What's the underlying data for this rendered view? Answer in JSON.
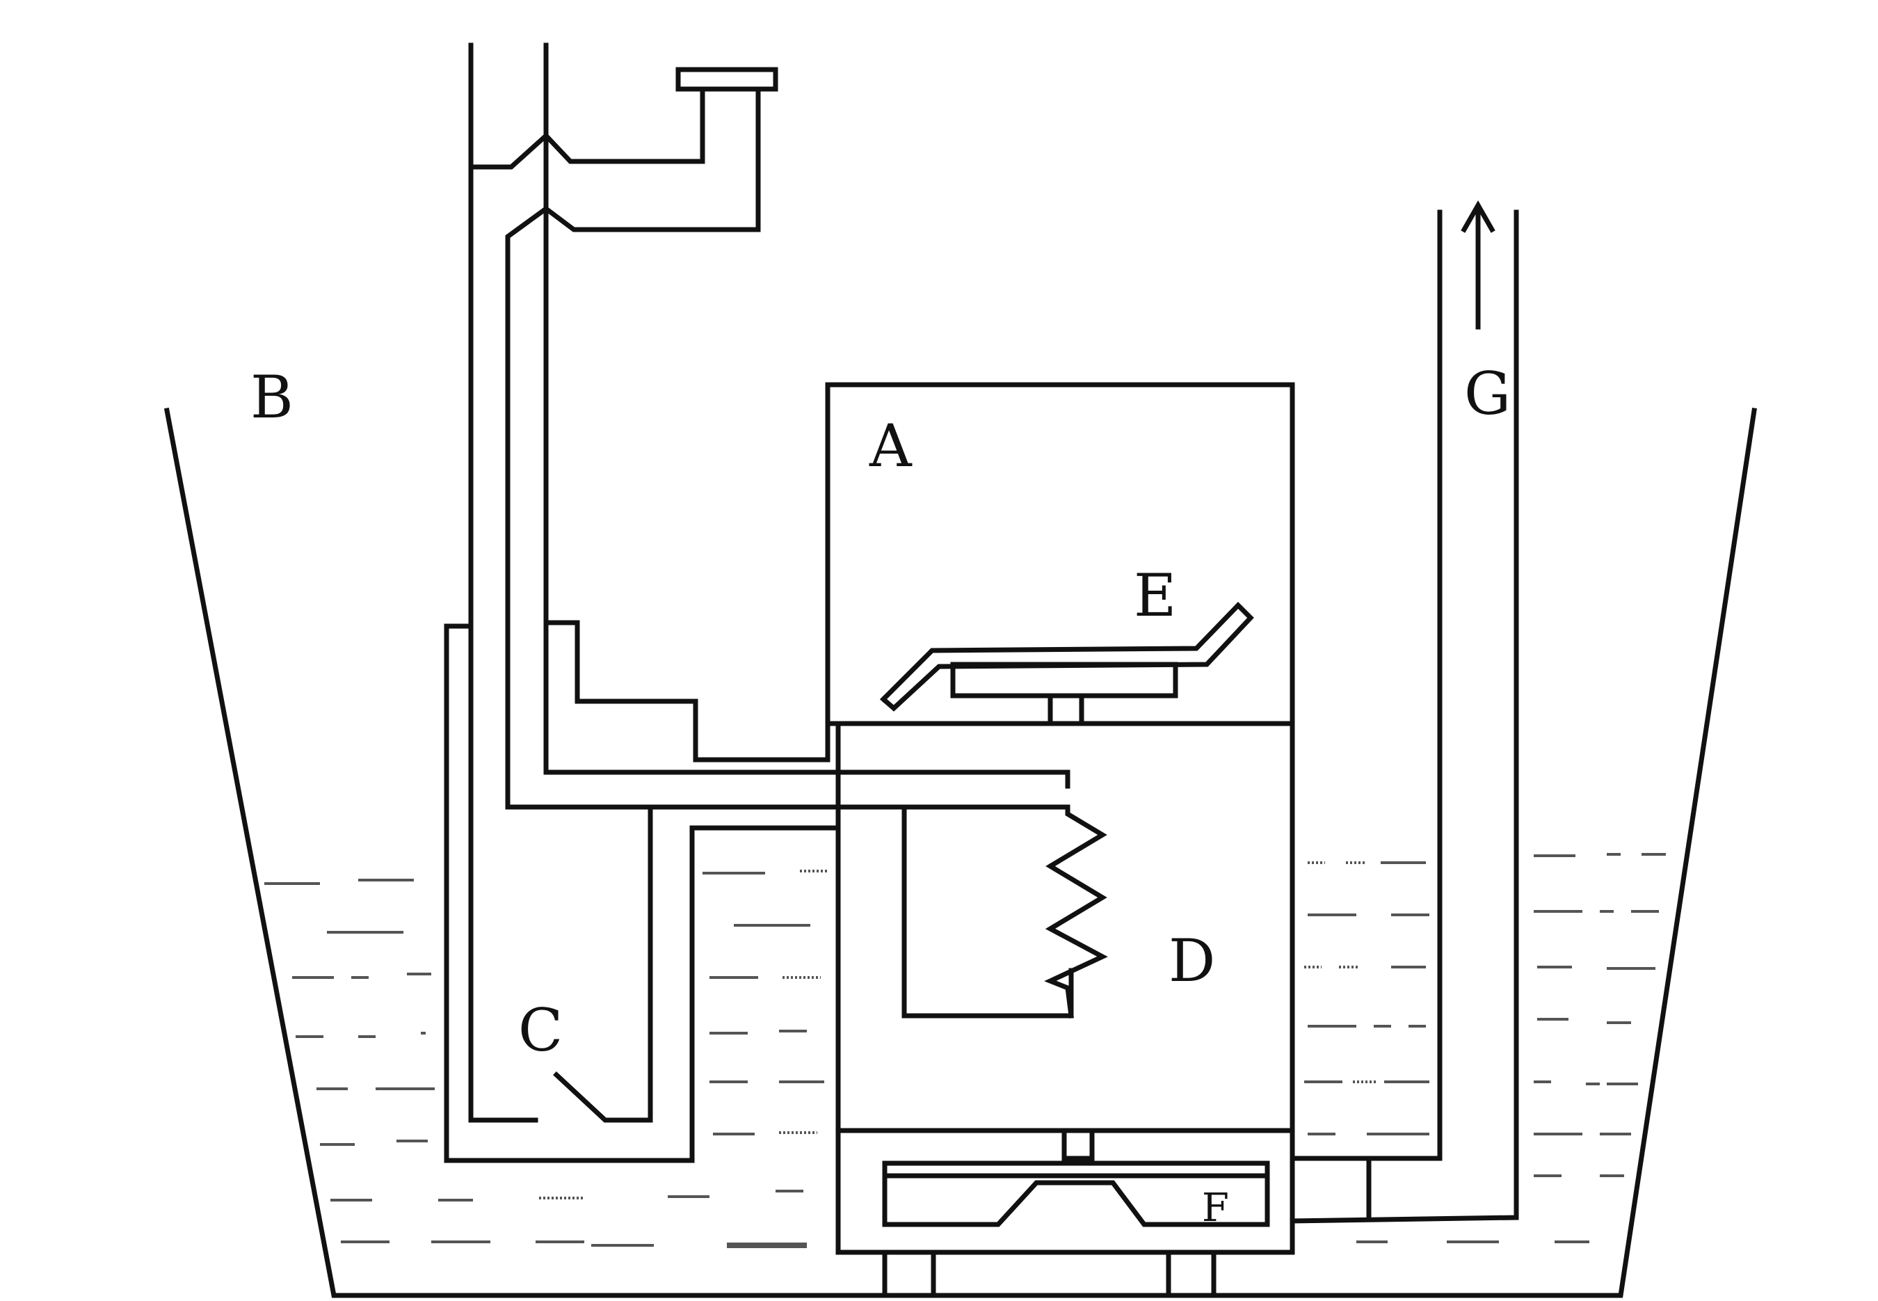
{
  "labels": {
    "A": "A",
    "B": "B",
    "C": "C",
    "D": "D",
    "E": "E",
    "F": "F",
    "G": "G"
  },
  "colors": {
    "line": "#111111",
    "water": "#555555",
    "background": "#ffffff"
  },
  "icons": {
    "flow_arrow": "up-arrow-icon"
  }
}
